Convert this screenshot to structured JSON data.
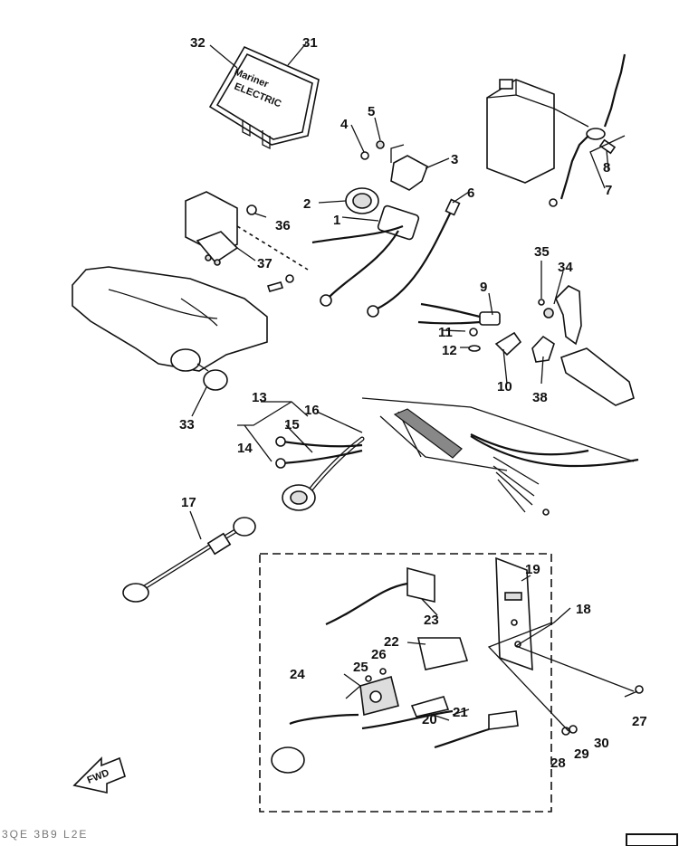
{
  "callouts": [
    {
      "id": "1",
      "text": "1"
    },
    {
      "id": "2",
      "text": "2"
    },
    {
      "id": "3",
      "text": "3"
    },
    {
      "id": "4",
      "text": "4"
    },
    {
      "id": "5",
      "text": "5"
    },
    {
      "id": "6",
      "text": "6"
    },
    {
      "id": "7",
      "text": "7"
    },
    {
      "id": "8",
      "text": "8"
    },
    {
      "id": "9",
      "text": "9"
    },
    {
      "id": "10",
      "text": "10"
    },
    {
      "id": "11",
      "text": "11"
    },
    {
      "id": "12",
      "text": "12"
    },
    {
      "id": "13",
      "text": "13"
    },
    {
      "id": "14",
      "text": "14"
    },
    {
      "id": "15",
      "text": "15"
    },
    {
      "id": "16",
      "text": "16"
    },
    {
      "id": "17",
      "text": "17"
    },
    {
      "id": "18",
      "text": "18"
    },
    {
      "id": "19",
      "text": "19"
    },
    {
      "id": "20",
      "text": "20"
    },
    {
      "id": "21",
      "text": "21"
    },
    {
      "id": "22",
      "text": "22"
    },
    {
      "id": "23",
      "text": "23"
    },
    {
      "id": "24",
      "text": "24"
    },
    {
      "id": "25",
      "text": "25"
    },
    {
      "id": "26",
      "text": "26"
    },
    {
      "id": "27",
      "text": "27"
    },
    {
      "id": "28",
      "text": "28"
    },
    {
      "id": "29",
      "text": "29"
    },
    {
      "id": "30",
      "text": "30"
    },
    {
      "id": "31",
      "text": "31"
    },
    {
      "id": "32",
      "text": "32"
    },
    {
      "id": "33",
      "text": "33"
    },
    {
      "id": "34",
      "text": "34"
    },
    {
      "id": "35",
      "text": "35"
    },
    {
      "id": "36",
      "text": "36"
    },
    {
      "id": "37",
      "text": "37"
    },
    {
      "id": "38",
      "text": "38"
    }
  ],
  "decal": {
    "brand": "Mariner",
    "text": "ELECTRIC"
  },
  "fwd_arrow": {
    "text": "FWD"
  },
  "page_code": {
    "text": "3QE 3B9 L2E"
  },
  "icons": {
    "fwd": "forward-arrow-icon"
  }
}
